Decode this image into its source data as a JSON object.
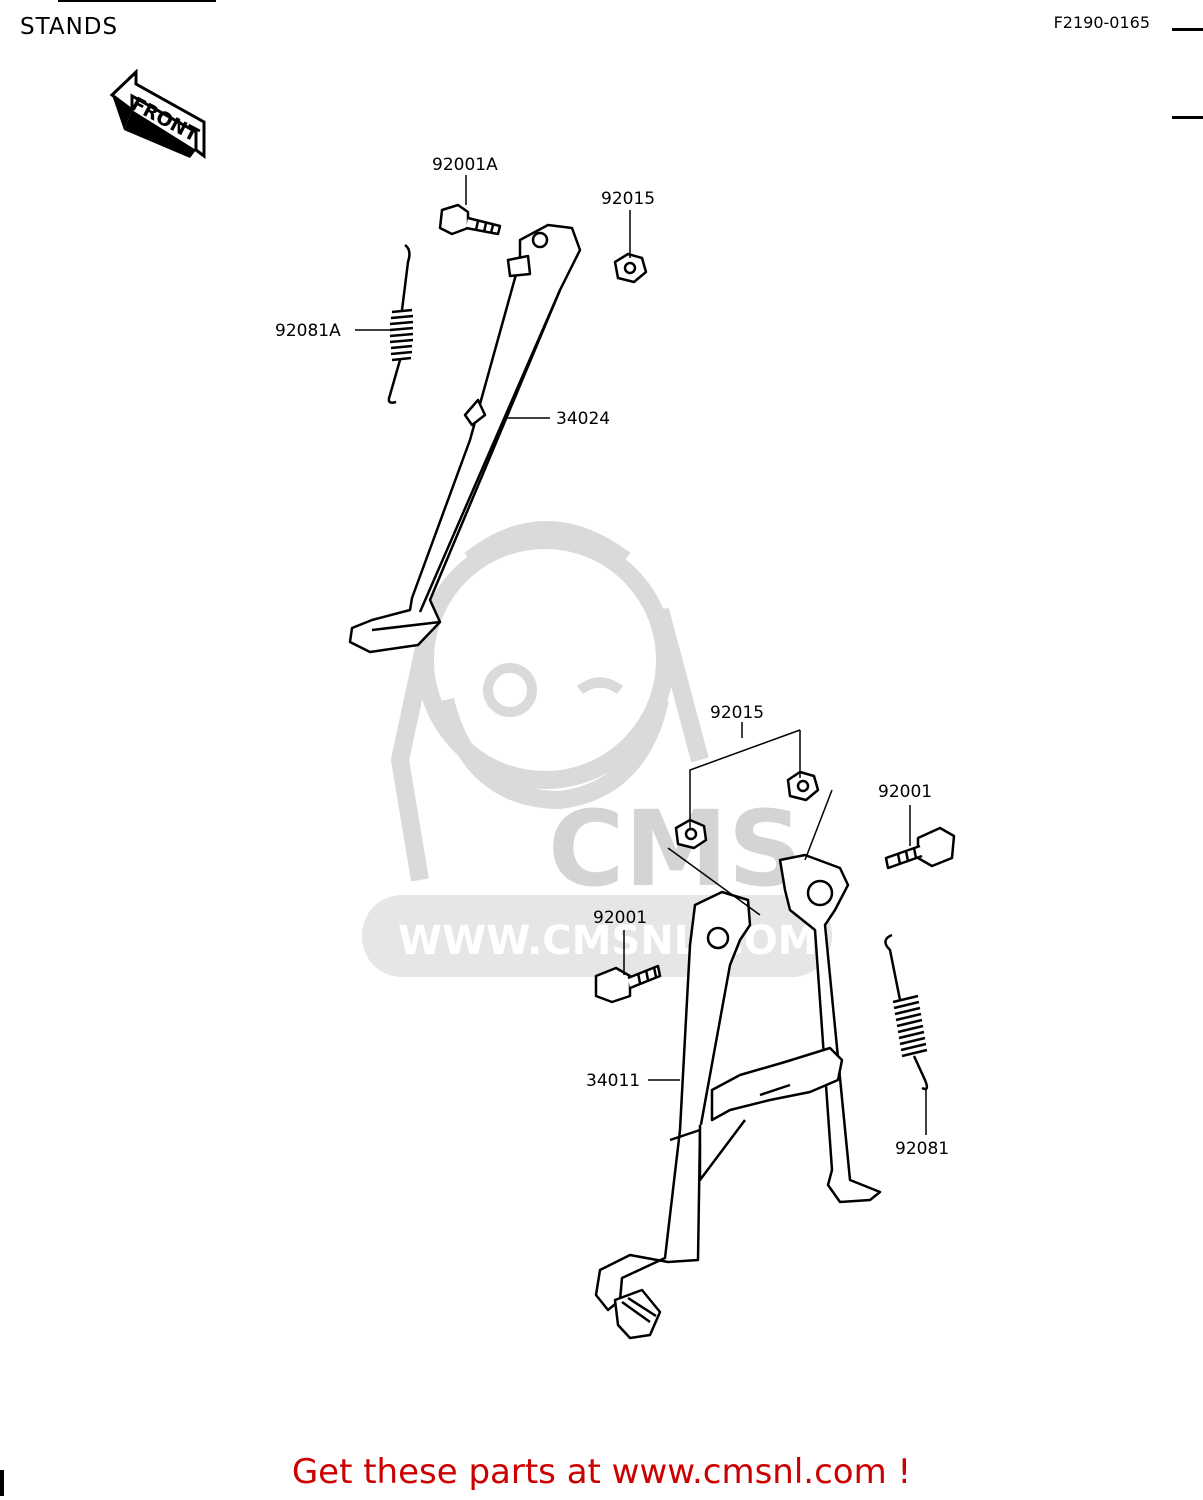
{
  "header": {
    "section_title": "STANDS",
    "figure_code": "F2190-0165"
  },
  "orientation": {
    "front_label": "FRONT"
  },
  "watermark": {
    "brand": "CMS",
    "url": "WWW.CMSNL.COM"
  },
  "parts": {
    "side_stand_bolt": "92001A",
    "side_stand_nut": "92015",
    "side_stand_spring": "92081A",
    "side_stand": "34024",
    "main_stand_nuts": "92015",
    "main_stand_bolt_right": "92001",
    "main_stand_bolt_left": "92001",
    "main_stand": "34011",
    "main_stand_spring": "92081"
  },
  "footer": {
    "text": "Get these parts at www.cmsnl.com !"
  },
  "colors": {
    "footer_text": "#cc0000",
    "watermark": "#d4d4d4",
    "line_art": "#000000"
  }
}
